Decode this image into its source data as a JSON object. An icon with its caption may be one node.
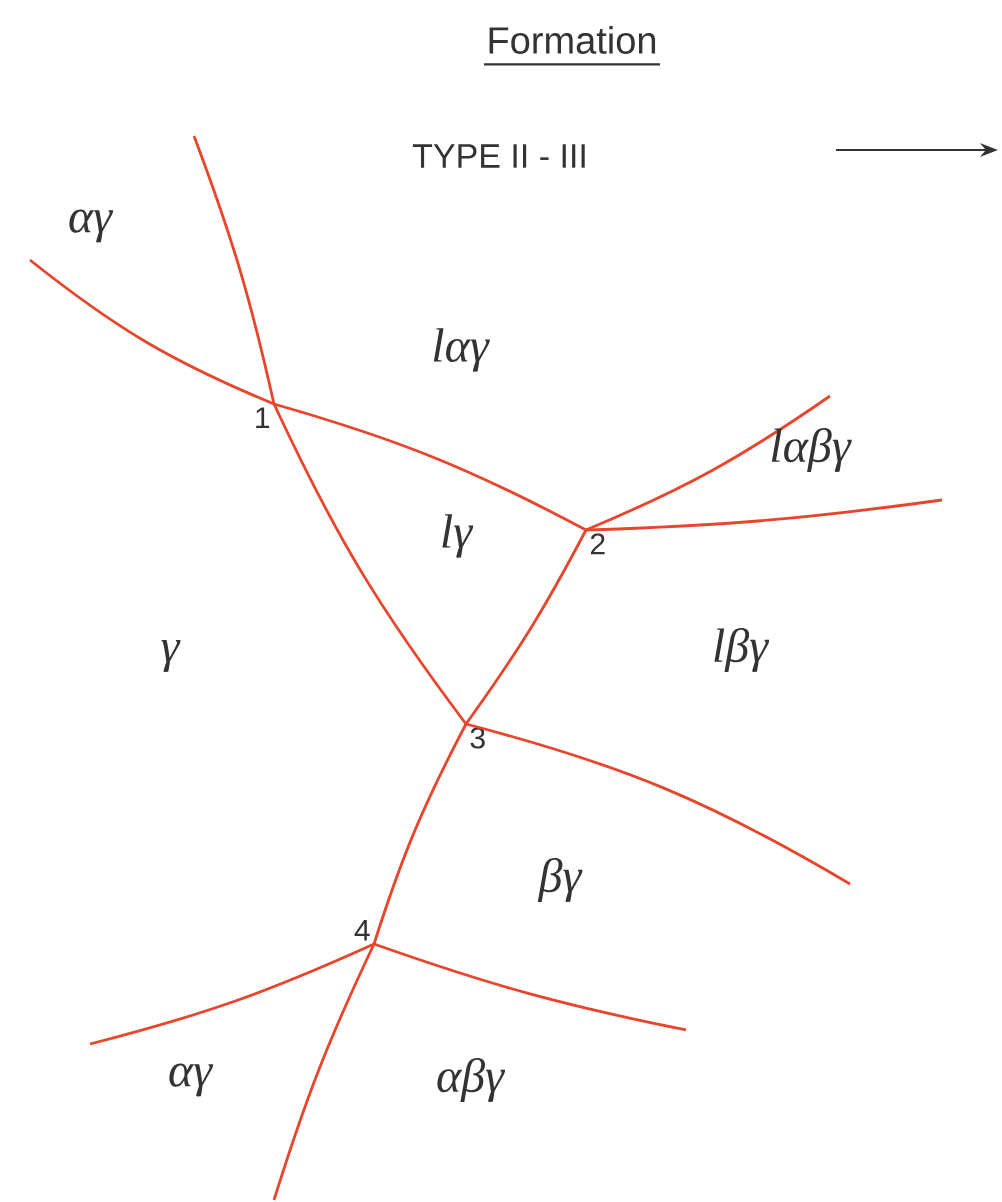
{
  "diagram": {
    "title": "Formation",
    "nodes": [
      {
        "text": [
          "1"
        ]
      },
      {
        "text": [
          "2"
        ]
      },
      {
        "text": [
          "3"
        ]
      },
      {
        "text": [
          "4"
        ]
      }
    ],
    "edges": [
      {
        "from": 0,
        "to": 1,
        "arrow": "none"
      },
      {
        "from": 0,
        "to": 2,
        "arrow": "none"
      },
      {
        "from": 1,
        "to": 2,
        "arrow": "none"
      },
      {
        "from": 2,
        "to": 3,
        "arrow": "none"
      },
      {
        "from": null,
        "to": 0,
        "arrow": "none"
      },
      {
        "from": null,
        "to": 0,
        "arrow": "none"
      },
      {
        "from": 1,
        "to": null,
        "arrow": "none"
      },
      {
        "from": 1,
        "to": null,
        "arrow": "none"
      },
      {
        "from": 2,
        "to": null,
        "arrow": "none"
      },
      {
        "from": 3,
        "to": null,
        "arrow": "none"
      },
      {
        "from": 3,
        "to": null,
        "arrow": "none"
      },
      {
        "from": 3,
        "to": null,
        "arrow": "none"
      }
    ],
    "labels": [
      "TYPE II - III",
      "αγ",
      "lαγ",
      "lαβγ",
      "lγ",
      "γ",
      "lβγ",
      "βγ",
      "αγ",
      "αβγ"
    ]
  }
}
